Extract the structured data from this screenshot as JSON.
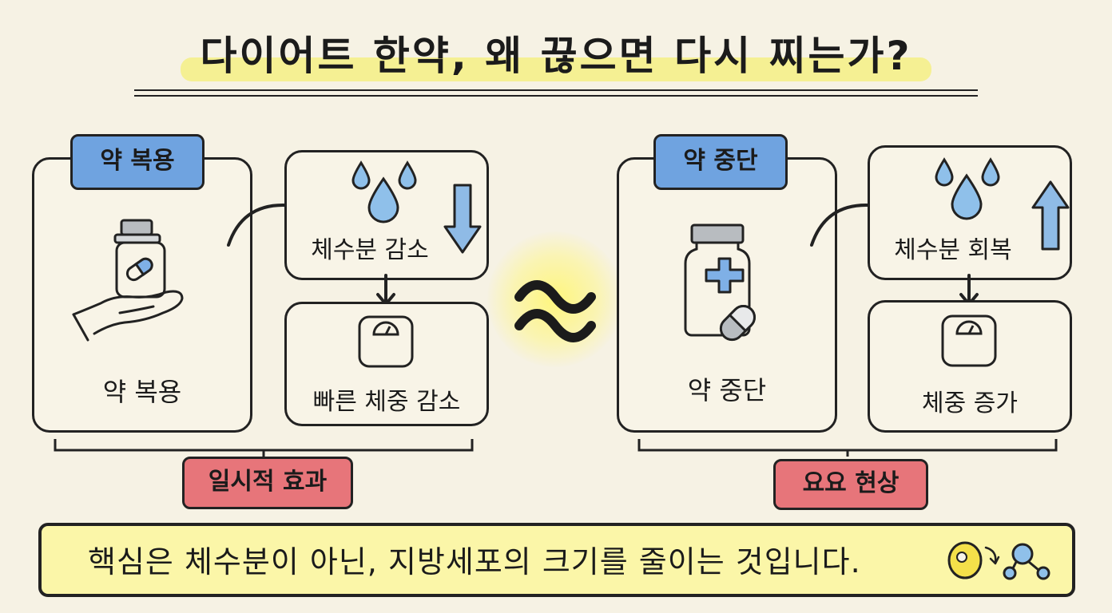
{
  "title": "다이어트 한약, 왜 끊으면 다시 찌는가?",
  "left": {
    "header_label": "약 복용",
    "main_label": "약 복용",
    "top_label": "체수분 감소",
    "bottom_label": "빠른 체중 감소",
    "footer_label": "일시적 효과",
    "direction": "down"
  },
  "center_symbol": "≈",
  "right": {
    "header_label": "약 중단",
    "main_label": "약 중단",
    "top_label": "체수분 회복",
    "bottom_label": "체중 증가",
    "footer_label": "요요 현상",
    "direction": "up"
  },
  "summary": "핵심은 체수분이 아닌, 지방세포의 크기를 줄이는 것입니다.",
  "colors": {
    "header_label": "#6fa3e0",
    "footer_label": "#e7757a",
    "summary_bg": "#fbf6a8",
    "title_highlight": "#f5ef8a",
    "water": "#8fc0ea"
  },
  "icons": {
    "left_main": "pill-bottle-hand-icon",
    "right_main": "medicine-bottle-cross-icon",
    "water": "water-drops-icon",
    "scale": "bathroom-scale-icon",
    "summary": "fat-cell-molecule-icon"
  }
}
